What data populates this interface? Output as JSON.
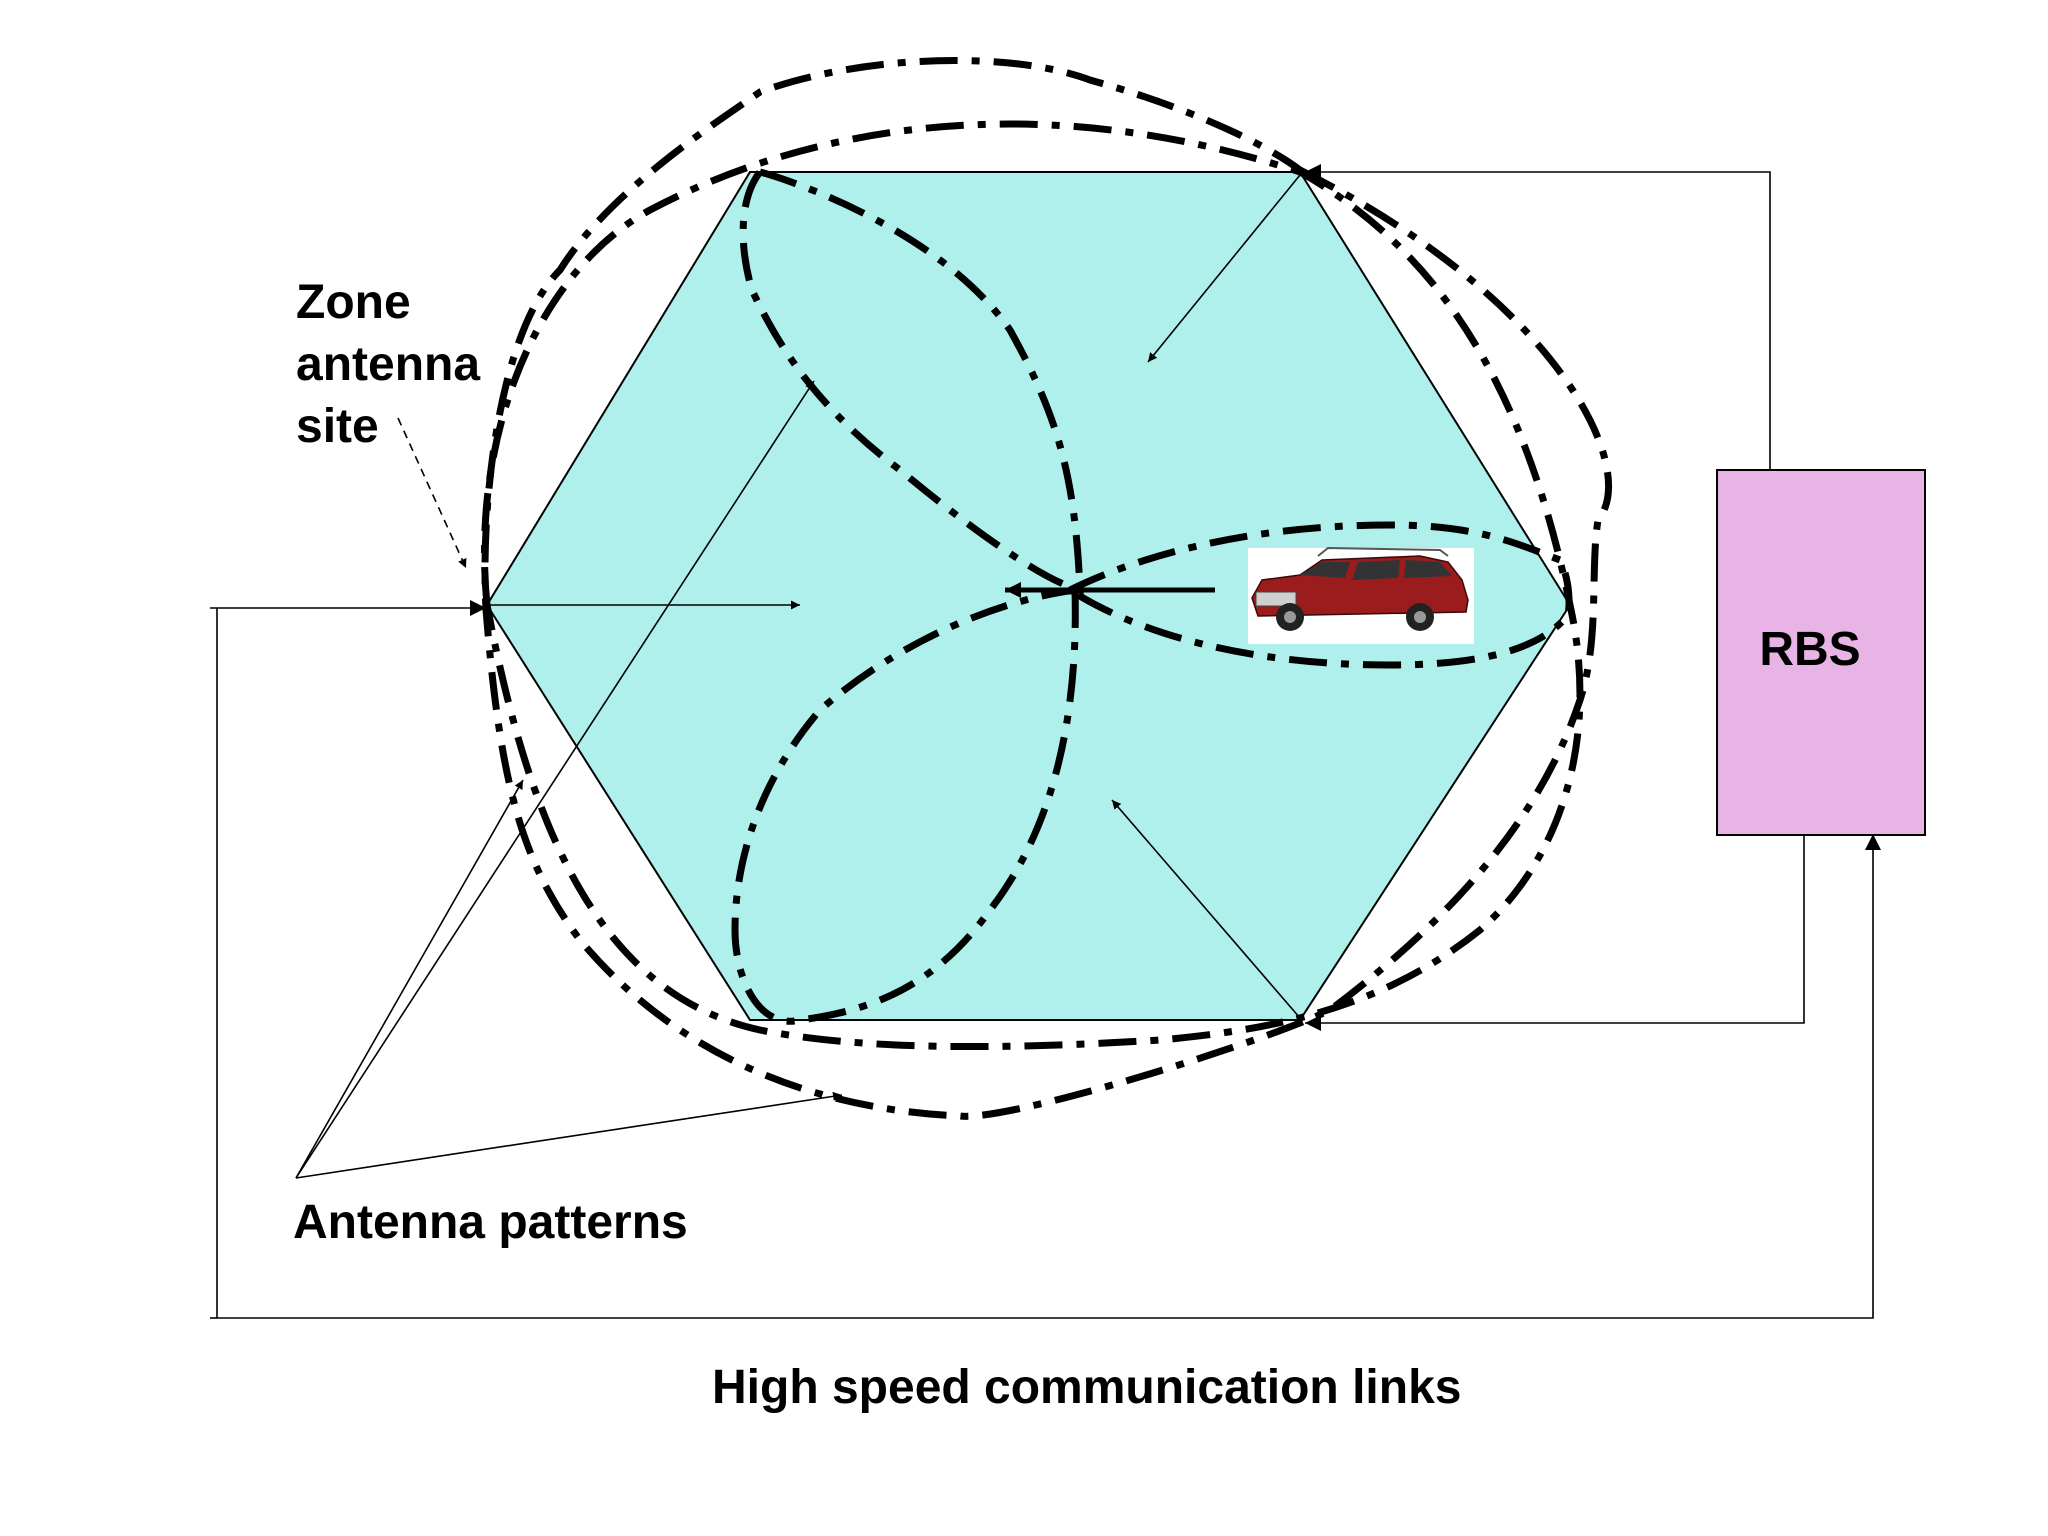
{
  "labels": {
    "zone_antenna_site": [
      "Zone",
      "antenna",
      "site"
    ],
    "antenna_patterns": "Antenna patterns",
    "high_speed_links": "High speed communication links",
    "rbs": "RBS"
  },
  "colors": {
    "cell_fill": "#aff0ec",
    "rbs_fill": "#e8b4e6",
    "line": "#000000",
    "car_body": "#9b1c1c"
  },
  "icons": {
    "vehicle": "car-icon"
  }
}
